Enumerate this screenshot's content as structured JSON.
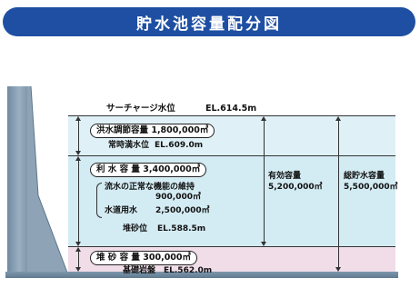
{
  "title": "貯水池容量配分図",
  "surcharge_level": {
    "label": "サーチャージ水位",
    "value": "EL.614.5m"
  },
  "flood_control": {
    "label": "洪水調節容量",
    "value": "1,800,000㎥"
  },
  "normal_level": {
    "label": "常時満水位",
    "value": "EL.609.0m"
  },
  "utilization": {
    "label": "利 水 容 量",
    "value": "3,400,000㎥"
  },
  "normal_function": {
    "label": "流水の正常な機能の維持",
    "value": "900,000㎥"
  },
  "water_supply": {
    "label": "水道用水",
    "value": "2,500,000㎥"
  },
  "sediment_level": {
    "label": "堆砂位",
    "value": "EL.588.5m"
  },
  "sediment": {
    "label": "堆 砂 容 量",
    "value": "300,000㎥"
  },
  "foundation": {
    "label": "基礎岩盤",
    "value": "EL.562.0m"
  },
  "effective": {
    "label": "有効容量",
    "value": "5,200,000㎥"
  },
  "total": {
    "label": "総貯水容量",
    "value": "5,500,000㎥"
  },
  "colors": {
    "banner": "#1e4fa2",
    "flood_zone": "#dff1f7",
    "utility_zone": "#d3ebf3",
    "sediment_zone": "#f0dde8",
    "dam": "#7f98ab"
  }
}
